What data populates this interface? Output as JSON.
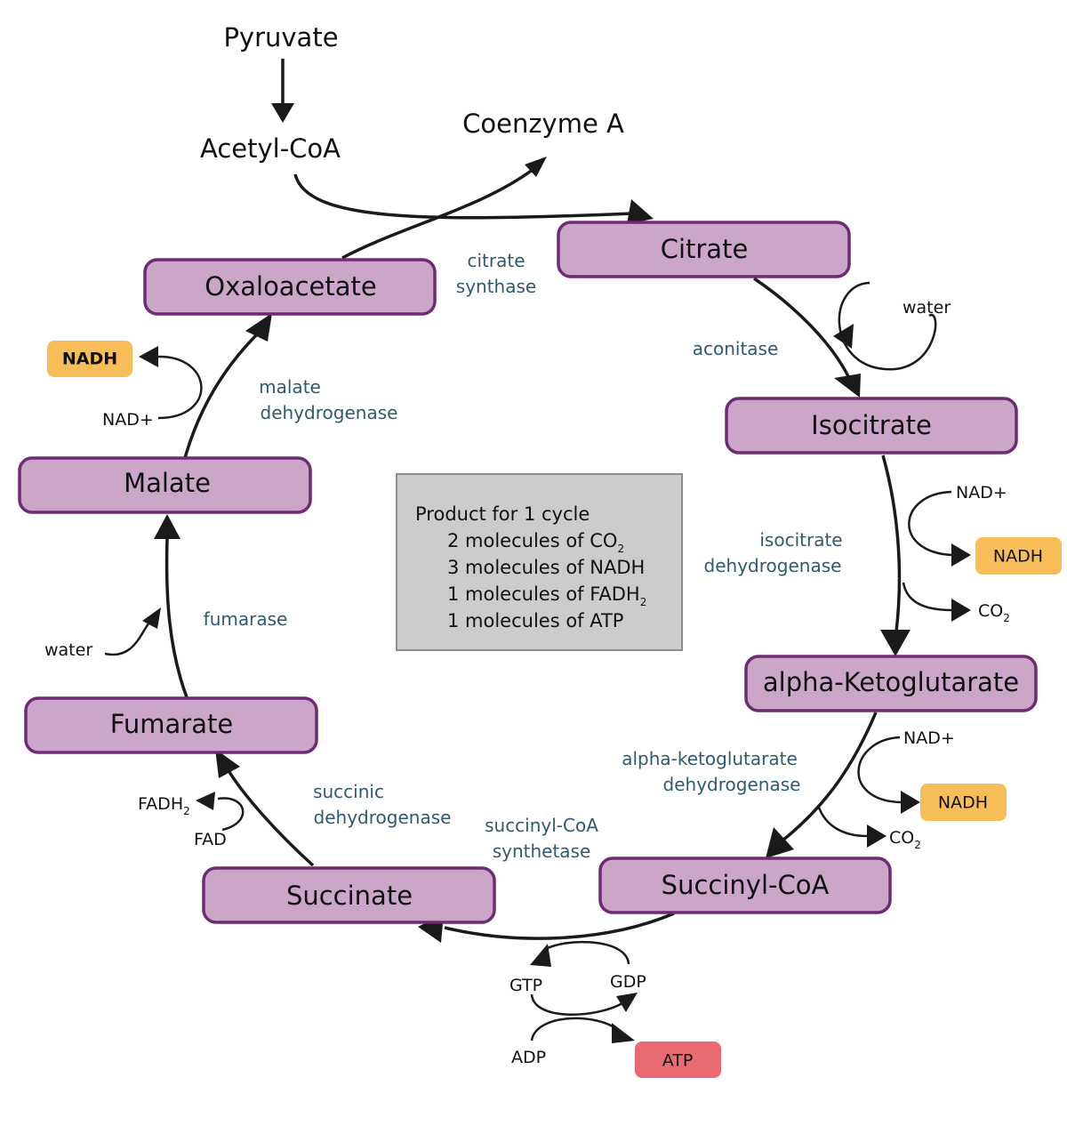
{
  "inputs": {
    "pyruvate": "Pyruvate",
    "acetyl_coa": "Acetyl-CoA",
    "coenzyme_a": "Coenzyme A"
  },
  "intermediates": {
    "citrate": "Citrate",
    "isocitrate": "Isocitrate",
    "alpha_ketoglutarate": "alpha-Ketoglutarate",
    "succinyl_coa": "Succinyl-CoA",
    "succinate": "Succinate",
    "fumarate": "Fumarate",
    "malate": "Malate",
    "oxaloacetate": "Oxaloacetate"
  },
  "enzymes": {
    "citrate_synthase": [
      "citrate",
      "synthase"
    ],
    "aconitase": "aconitase",
    "isocitrate_dehydrogenase": [
      "isocitrate",
      "dehydrogenase"
    ],
    "akg_dehydrogenase": [
      "alpha-ketoglutarate",
      "dehydrogenase"
    ],
    "succinyl_coa_synthetase": [
      "succinyl-CoA",
      "synthetase"
    ],
    "succinic_dehydrogenase": [
      "succinic",
      "dehydrogenase"
    ],
    "fumarase": "fumarase",
    "malate_dehydrogenase": [
      "malate",
      "dehydrogenase"
    ]
  },
  "cofactors": {
    "water": "water",
    "nad_plus": "NAD+",
    "nadh": "NADH",
    "co2_base": "CO",
    "co2_sub": "2",
    "gtp": "GTP",
    "gdp": "GDP",
    "adp": "ADP",
    "atp": "ATP",
    "fadh2_base": "FADH",
    "fadh2_sub": "2",
    "fad": "FAD"
  },
  "summary": {
    "title": "Product for 1 cycle",
    "line1_base": "2 molecules of CO",
    "line1_sub": "2",
    "line2": "3 molecules of NADH",
    "line3_base": "1 molecules of FADH",
    "line3_sub": "2",
    "line4": "1 molecules of ATP"
  },
  "colors": {
    "node_fill": "#cba6c9",
    "node_border": "#6e2a73",
    "enzyme_text": "#2f5a70",
    "nadh_fill": "#f7bd59",
    "atp_fill": "#e86b72",
    "summary_fill": "#cccccc"
  }
}
